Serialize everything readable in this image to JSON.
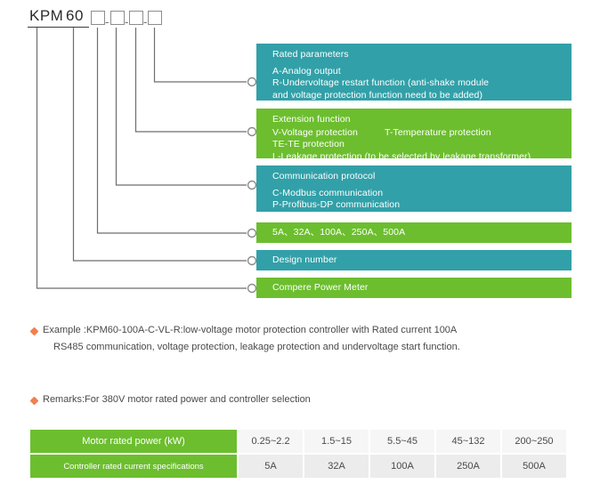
{
  "model_code": {
    "prefix": "KPM",
    "series": "60",
    "separator": "-",
    "placeholder_count": 4
  },
  "callouts": [
    {
      "id": "rated-parameters",
      "color": "#32A0A8",
      "title": "Rated parameters",
      "lines": [
        "A-Analog output",
        "R-Undervoltage restart function (anti-shake module",
        "and voltage protection function need to be added)"
      ]
    },
    {
      "id": "extension-function",
      "color": "#6CBE2E",
      "title": "Extension function",
      "lines": [
        "V-Voltage protection",
        "T-Temperature protection",
        "TE-TE protection",
        "L-Leakage protection (to be selected by leakage transformer)"
      ]
    },
    {
      "id": "communication-protocol",
      "color": "#32A0A8",
      "title": "Communication protocol",
      "lines": [
        "C-Modbus communication",
        "P-Profibus-DP communication"
      ]
    },
    {
      "id": "rated-current",
      "color": "#6CBE2E",
      "title": "5A、32A、100A、250A、500A",
      "lines": []
    },
    {
      "id": "design-number",
      "color": "#32A0A8",
      "title": "Design number",
      "lines": []
    },
    {
      "id": "compere-power-meter",
      "color": "#6CBE2E",
      "title": "Compere Power Meter",
      "lines": []
    }
  ],
  "notes": {
    "example": {
      "line1": "Example :KPM60-100A-C-VL-R:low-voltage motor protection controller with Rated current 100A",
      "line2": "RS485 communication, voltage protection, leakage protection and undervoltage start function."
    },
    "remarks": "Remarks:For 380V motor rated power and controller selection"
  },
  "spec_table": {
    "rows": [
      {
        "header": "Motor rated power (kW)",
        "values": [
          "0.25~2.2",
          "1.5~15",
          "5.5~45",
          "45~132",
          "200~250"
        ]
      },
      {
        "header": "Controller rated current specifications",
        "values": [
          "5A",
          "32A",
          "100A",
          "250A",
          "500A"
        ]
      }
    ]
  },
  "colors": {
    "teal": "#32A0A8",
    "green": "#6CBE2E",
    "bullet": "#F0804F",
    "line": "#6e6e6e",
    "table_cell": "#ECECEC"
  }
}
